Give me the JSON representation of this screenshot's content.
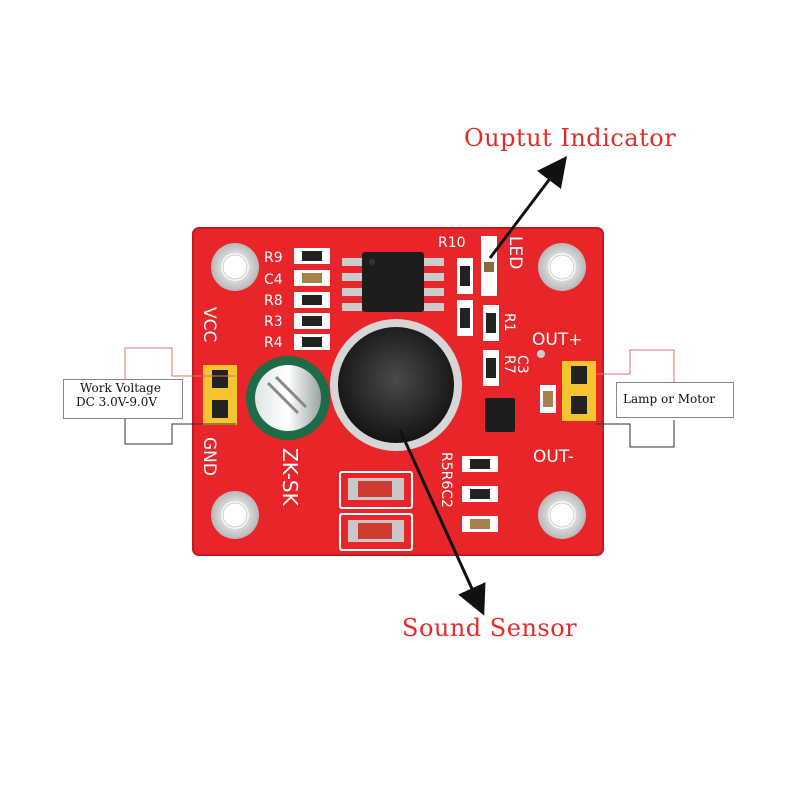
{
  "annotations": {
    "output_indicator": "Ouptut Indicator",
    "sound_sensor": "Sound Sensor",
    "work_voltage_title": "Work Voltage",
    "work_voltage_value": "DC 3.0V-9.0V",
    "load": "Lamp or Motor"
  },
  "board": {
    "vcc": "VCC",
    "gnd": "GND",
    "out_plus": "OUT+",
    "out_minus": "OUT-",
    "led": "LED",
    "r10": "R10",
    "r1": "R1",
    "c3": "C3",
    "r7": "R7",
    "r9": "R9",
    "c4": "C4",
    "r8": "R8",
    "r3": "R3",
    "r4": "R4",
    "r5r6c2": "R5R6C2",
    "model": "ZK-SK"
  },
  "colors": {
    "pcb": "#e8262a",
    "pcb_dark": "#c41a1e",
    "label_red": "#e52a2a",
    "header_yellow": "#f4c531",
    "silkscreen": "#ffffff"
  }
}
